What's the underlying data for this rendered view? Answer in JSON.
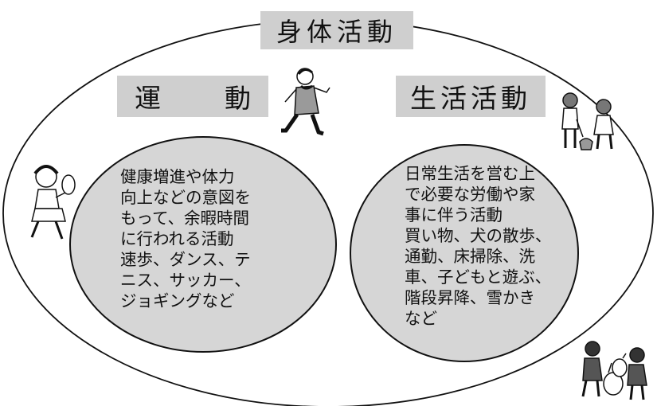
{
  "title": "身体活動",
  "categories": {
    "exercise": {
      "label_left": "運",
      "label_right": "動",
      "lines": [
        "健康増進や体力",
        "向上などの意図を",
        "もって、余暇時間",
        "に行われる活動",
        "速歩、ダンス、テ",
        "ニス、サッカー、",
        "ジョギングなど"
      ]
    },
    "daily_life": {
      "label": "生活活動",
      "lines": [
        "日常生活を営む上",
        "で必要な労働や家",
        "事に伴う活動",
        "買い物、犬の散歩、",
        "通勤、床掃除、洗",
        "車、子どもと遊ぶ、",
        "階段昇降、雪かき",
        "など"
      ]
    }
  },
  "colors": {
    "box_fill": "#cfcfcf",
    "circle_fill": "#d6d6d6",
    "stroke": "#111111"
  },
  "icons": [
    "walking-woman-icon",
    "tennis-girl-icon",
    "people-with-dog-icon",
    "people-carrying-bags-icon"
  ]
}
